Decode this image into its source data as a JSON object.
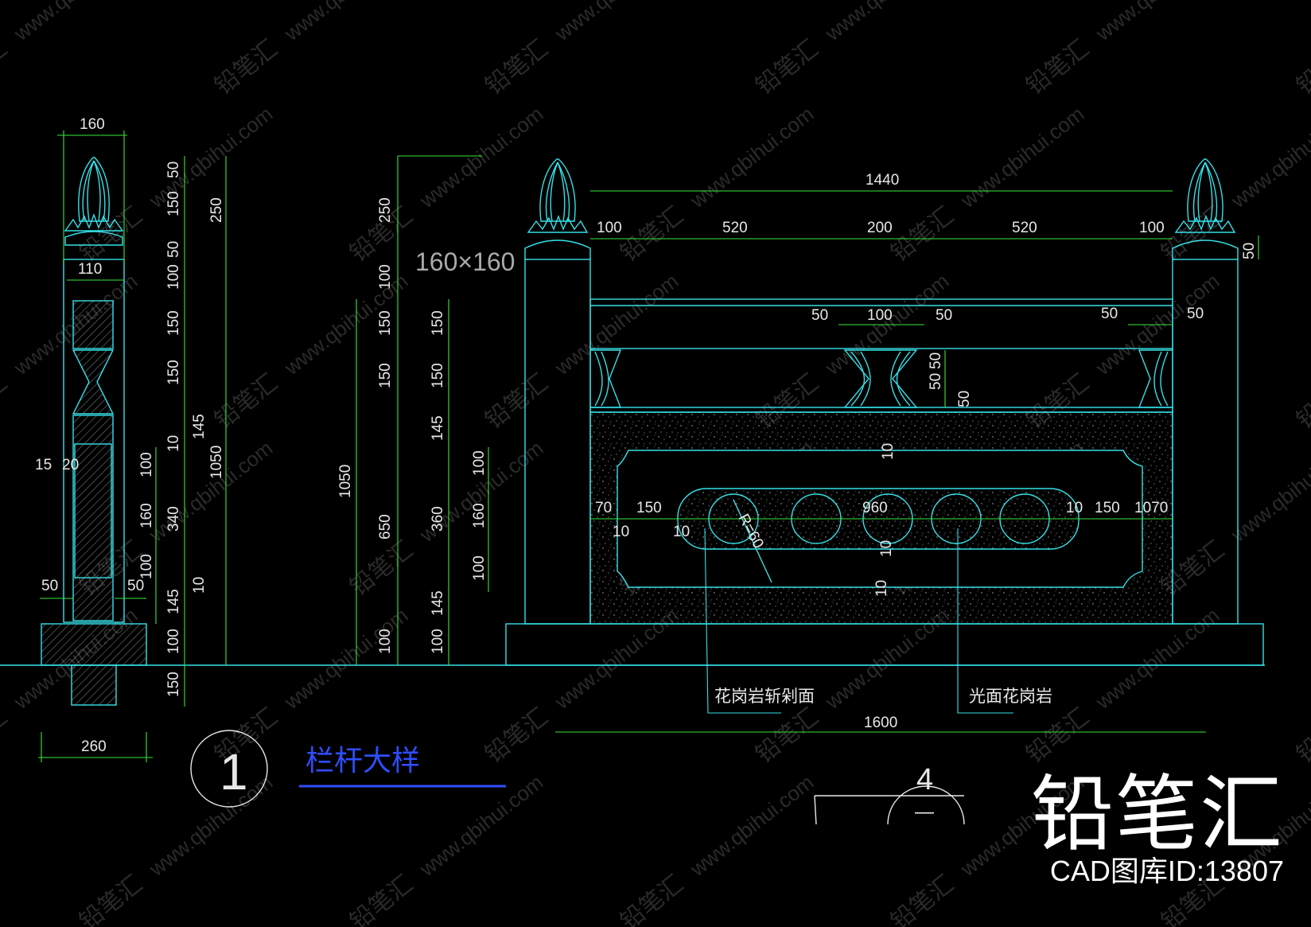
{
  "colors": {
    "background": "#000000",
    "outline": "#36e0e8",
    "dimension": "#36e83c",
    "text": "#e8e8e8",
    "title": "#2f4dff",
    "hatch": "#aaaaaa",
    "watermark": "#2a2a2a"
  },
  "watermark": {
    "brand": "铅笔汇",
    "url": "www.qbihui.com"
  },
  "brand": {
    "name": "铅笔汇",
    "id_label": "CAD图库ID:13807"
  },
  "section_view": {
    "top_width": "160",
    "shaft_width": "110",
    "base_width": "260",
    "left_dims": [
      "15",
      "20"
    ],
    "foot_left": "50",
    "foot_right": "50",
    "inner_chain": [
      "100",
      "160",
      "100"
    ],
    "chain_a": [
      "50",
      "150",
      "50",
      "100",
      "150",
      "150",
      "10",
      "340",
      "10",
      "145",
      "100",
      "150"
    ],
    "chain_b": [
      "250",
      "145",
      "1050"
    ]
  },
  "elevation": {
    "post_size": "160×160",
    "total_length": "1600",
    "inner_length": "1440",
    "rail_spacing": [
      "100",
      "520",
      "200",
      "520",
      "100"
    ],
    "cap_height": "50",
    "flower_spacing": [
      "50",
      "100",
      "50",
      "50",
      "50"
    ],
    "vertical_chain_a": [
      "250",
      "100",
      "150",
      "150",
      "650",
      "100"
    ],
    "vertical_chain_b": [
      "150",
      "150",
      "145",
      "360",
      "145",
      "100"
    ],
    "vertical_chain_c": [
      "100",
      "160",
      "100"
    ],
    "vertical_overall": "1050",
    "flower_height": [
      "50",
      "50",
      "50"
    ],
    "panel_offsets": [
      "10",
      "10",
      "10"
    ],
    "panel_dims": [
      "70",
      "150",
      "960",
      "10",
      "150",
      "1070"
    ],
    "panel_small": [
      "10",
      "10"
    ],
    "radius_label": "R=60",
    "label_texture": "花岗岩斩剁面",
    "label_polished": "光面花岗岩"
  },
  "callouts": {
    "detail_number": "1",
    "detail_title": "栏杆大样",
    "section_number": "4",
    "section_sub": "—"
  }
}
